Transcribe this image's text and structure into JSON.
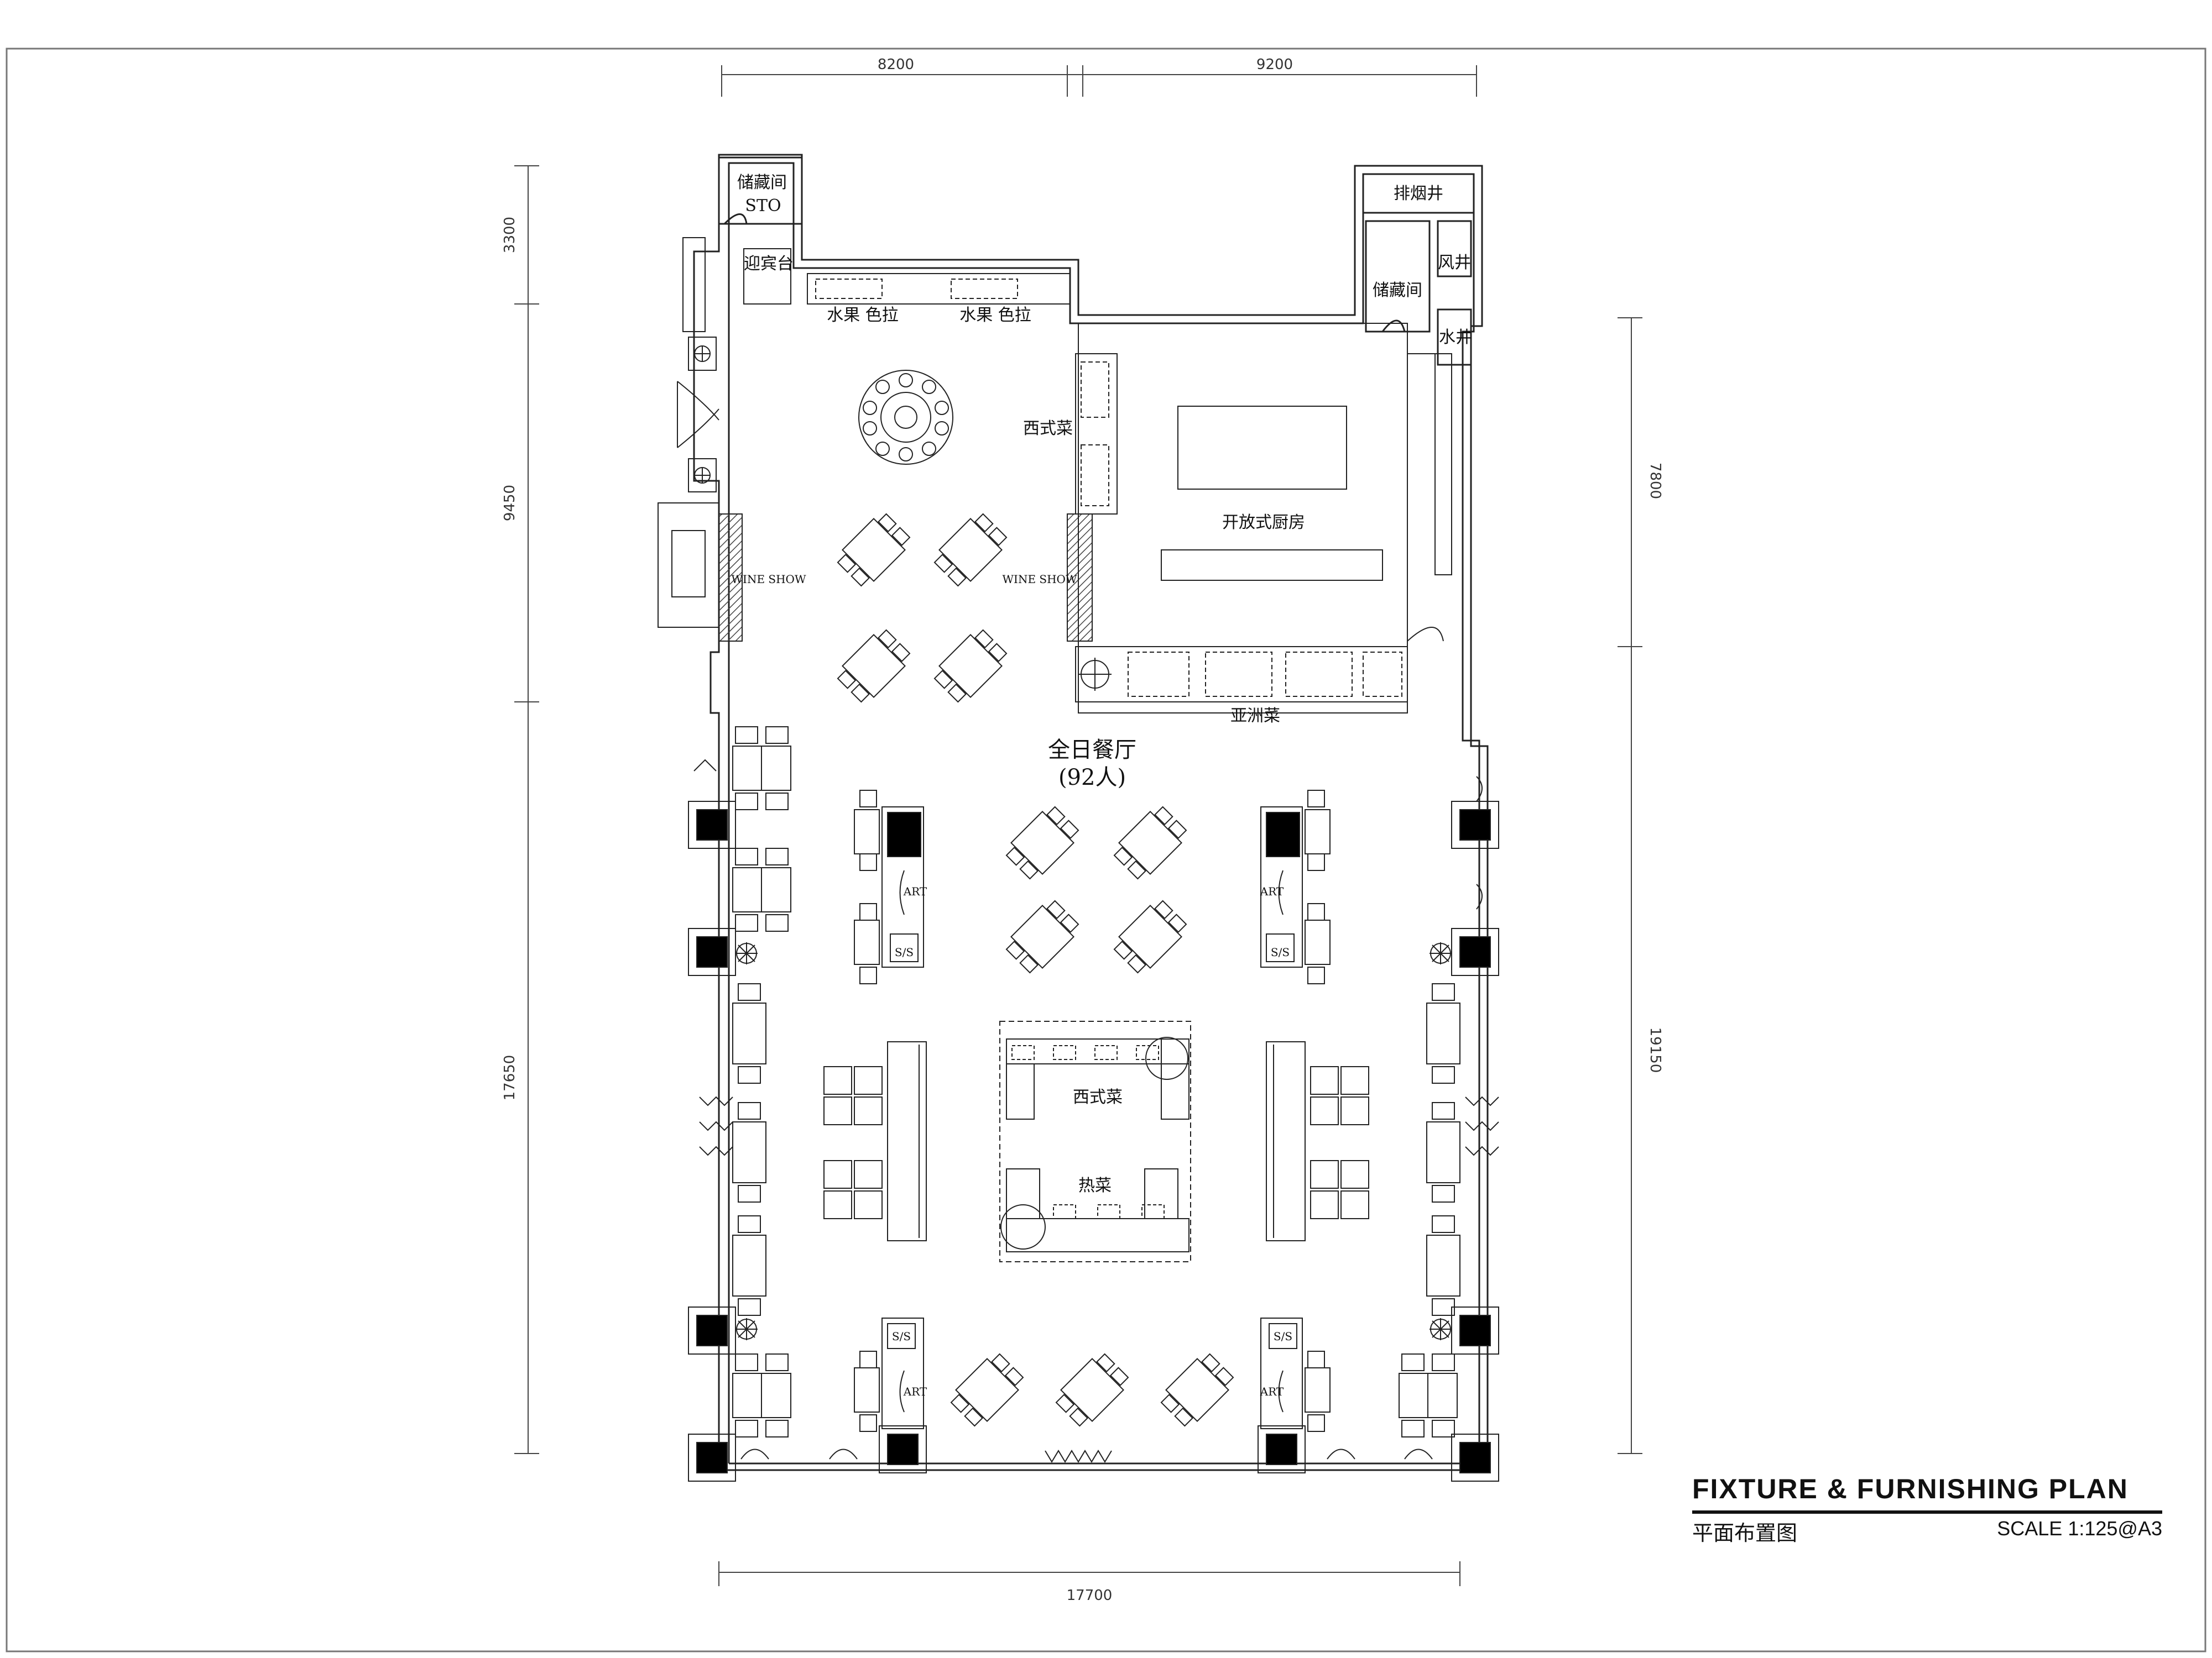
{
  "title_block": {
    "title": "FIXTURE & FURNISHING PLAN",
    "subtitle_cn": "平面布置图",
    "scale": "SCALE  1:125@A3"
  },
  "dimensions": {
    "top_left": "8200",
    "top_right": "9200",
    "bottom": "17700",
    "left_top": "3300",
    "left_mid": "9450",
    "left_bottom": "17650",
    "right_top": "7800",
    "right_bottom": "19150"
  },
  "rooms": {
    "storage_top_left_cn": "储藏间",
    "storage_top_left_en": "STO",
    "reception": "迎宾台",
    "fruit_salad_1": "水果 色拉",
    "fruit_salad_2": "水果 色拉",
    "western_dishes_top": "西式菜",
    "wine_show_left": "WINE SHOW",
    "wine_show_mid": "WINE SHOW",
    "open_kitchen": "开放式厨房",
    "asian_dishes": "亚洲菜",
    "exhaust_shaft": "排烟井",
    "storage_right": "储藏间",
    "air_shaft": "风井",
    "water_shaft": "水井",
    "all_day_dining": "全日餐厅",
    "capacity": "(92人)",
    "western_dishes_island": "西式菜",
    "hot_dishes": "热菜"
  },
  "tags": {
    "art_1": "ART",
    "art_2": "ART",
    "art_3": "ART",
    "art_4": "ART",
    "ss_1": "S/S",
    "ss_2": "S/S",
    "ss_3": "S/S",
    "ss_4": "S/S"
  }
}
